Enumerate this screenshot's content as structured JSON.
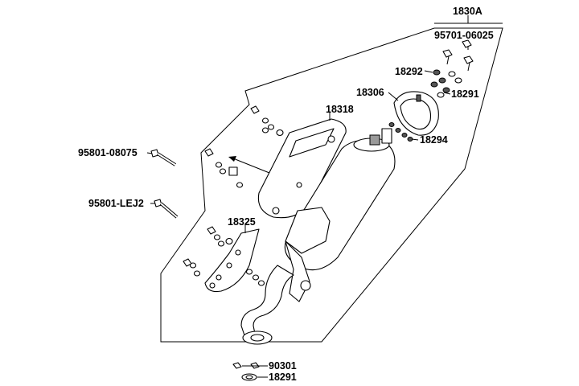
{
  "callouts": [
    {
      "id": "1830A",
      "text": "1830A"
    },
    {
      "id": "95701-06025",
      "text": "95701-06025"
    },
    {
      "id": "18292",
      "text": "18292"
    },
    {
      "id": "18291-top",
      "text": "18291"
    },
    {
      "id": "18306",
      "text": "18306"
    },
    {
      "id": "18318",
      "text": "18318"
    },
    {
      "id": "18294",
      "text": "18294"
    },
    {
      "id": "95801-08075",
      "text": "95801-08075"
    },
    {
      "id": "95801-LEJ2",
      "text": "95801-LEJ2"
    },
    {
      "id": "18325",
      "text": "18325"
    },
    {
      "id": "90301",
      "text": "90301"
    },
    {
      "id": "18291-bottom",
      "text": "18291"
    }
  ]
}
